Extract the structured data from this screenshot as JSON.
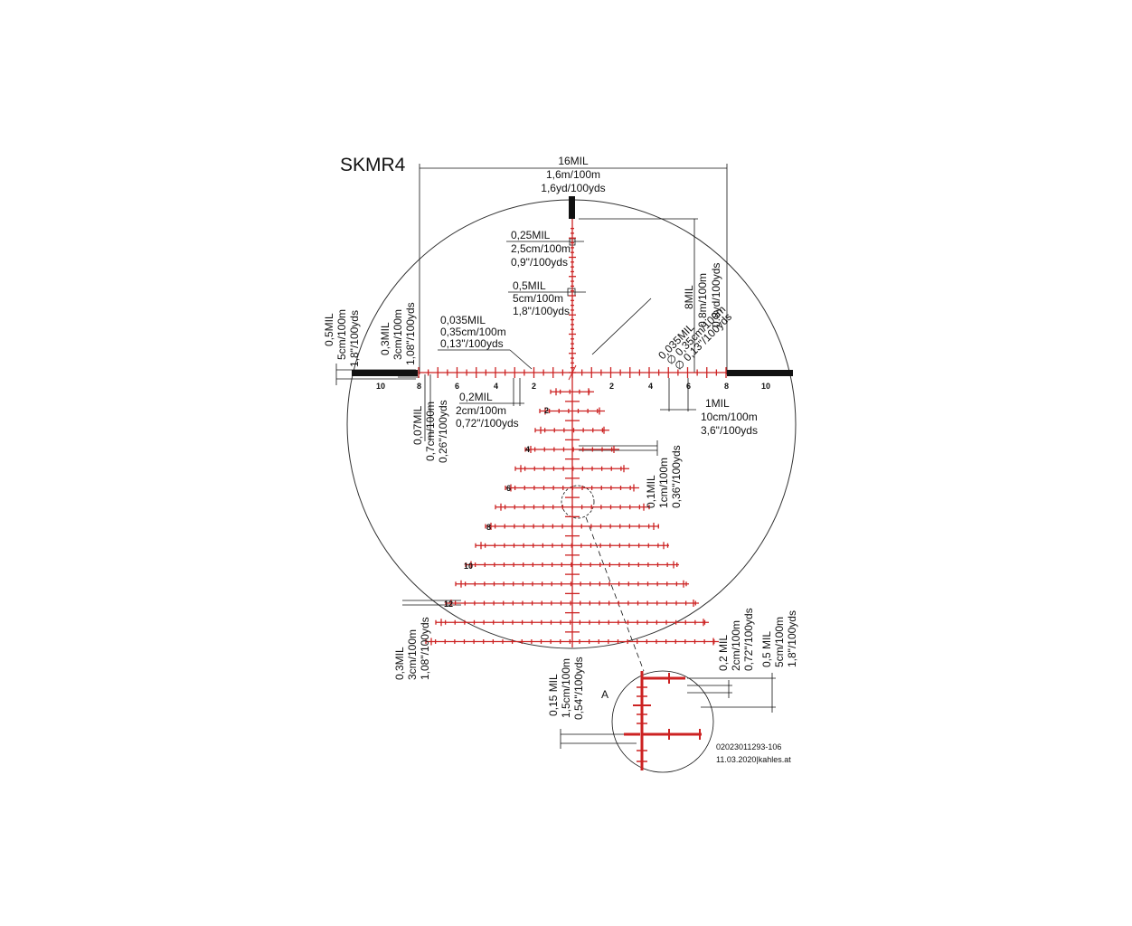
{
  "title": "SKMR4",
  "colors": {
    "reticle": "#cc2222",
    "ink": "#111111",
    "background": "#ffffff"
  },
  "dims": {
    "top_span": [
      "16MIL",
      "1,6m/100m",
      "1,6yd/100yds"
    ],
    "thin_025": [
      "0,25MIL",
      "2,5cm/100m",
      "0,9\"/100yds"
    ],
    "thin_05": [
      "0,5MIL",
      "5cm/100m",
      "1,8\"/100yds"
    ],
    "line_035": [
      "0,035MIL",
      "0,35cm/100m",
      "0,13\"/100yds"
    ],
    "dot_035": [
      "0,035MIL",
      "∅ 0,35cm/100m",
      "∅ 0,13\"/100yds"
    ],
    "post_8": [
      "8MIL",
      "0.8m/100m",
      "0.8yd/100yds"
    ],
    "left_05": [
      "0,5MIL",
      "5cm/100m",
      "1,8\"/100yds"
    ],
    "left_03": [
      "0,3MIL",
      "3cm/100m",
      "1,08\"/100yds"
    ],
    "sub_02": [
      "0,2MIL",
      "2cm/100m",
      "0,72\"/100yds"
    ],
    "one_mil": [
      "1MIL",
      "10cm/100m",
      "3,6\"/100yds"
    ],
    "left_007": [
      "0,07MIL",
      "0,7cm/100m",
      "0,26\"/100yds"
    ],
    "right_01": [
      "0,1MIL",
      "1cm/100m",
      "0,36\"/100yds"
    ],
    "bottom_03": [
      "0,3MIL",
      "3cm/100m",
      "1,08\"/100yds"
    ],
    "detail_015": [
      "0,15 MIL",
      "1,5cm/100m",
      "0,54\"/100yds"
    ],
    "detail_02": [
      "0,2 MIL",
      "2cm/100m",
      "0,72\"/100yds"
    ],
    "detail_05": [
      "0,5 MIL",
      "5cm/100m",
      "1,8\"/100yds"
    ]
  },
  "horizontal_labels": {
    "left": [
      "10",
      "8",
      "6",
      "4",
      "2"
    ],
    "right": [
      "2",
      "4",
      "6",
      "8",
      "10"
    ]
  },
  "vertical_labels": [
    "2",
    "4",
    "6",
    "8",
    "10",
    "12"
  ],
  "detail_label": "A",
  "footer": [
    "02023011293-106",
    "11.03.2020|kahles.at"
  ]
}
